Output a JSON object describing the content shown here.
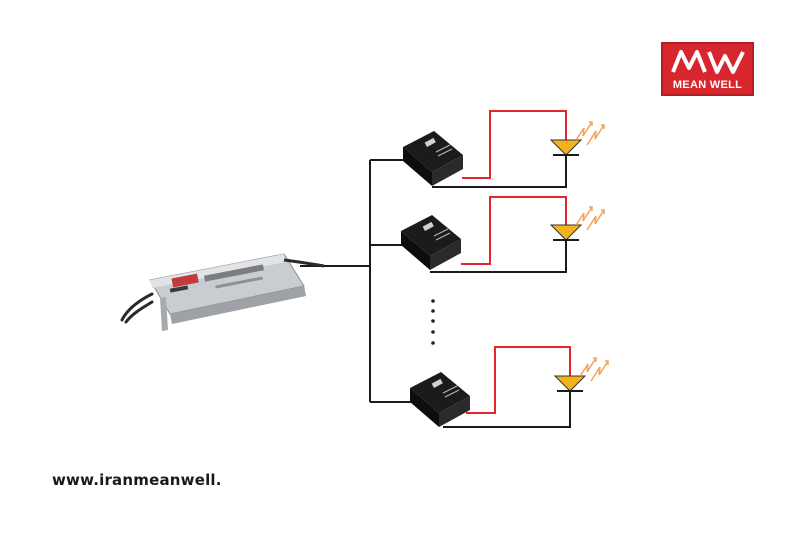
{
  "logo": {
    "text": "MEAN WELL",
    "mark": "MW",
    "color": "#d8262e"
  },
  "footer": {
    "website": "www.iranmeanwell."
  },
  "diagram": {
    "main_driver": {
      "name": "led-driver",
      "body_color": "#c9ccd0"
    },
    "dc_dc_modules": [
      {
        "name": "dc-dc-converter-1"
      },
      {
        "name": "dc-dc-converter-2"
      },
      {
        "name": "dc-dc-converter-3"
      }
    ],
    "leds": [
      {
        "name": "led-1",
        "color": "#f2b31c"
      },
      {
        "name": "led-2",
        "color": "#f2b31c"
      },
      {
        "name": "led-3",
        "color": "#f2b31c"
      }
    ],
    "wire_colors": {
      "positive": "#e3262e",
      "negative": "#1a1a1a",
      "emission": "#f0a35a"
    }
  }
}
